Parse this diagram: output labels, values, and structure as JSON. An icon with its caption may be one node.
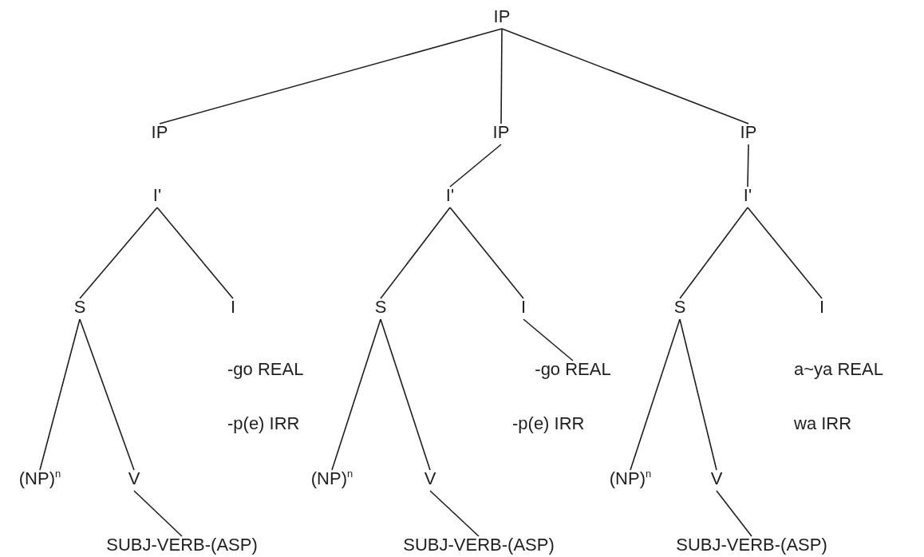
{
  "diagram": {
    "nodes": [
      {
        "text": [
          "IP"
        ]
      },
      {
        "text": [
          "IP"
        ]
      },
      {
        "text": [
          "IP"
        ]
      },
      {
        "text": [
          "IP"
        ]
      },
      {
        "text": [
          "I'"
        ]
      },
      {
        "text": [
          "I'"
        ]
      },
      {
        "text": [
          "I'"
        ]
      },
      {
        "text": [
          "S"
        ]
      },
      {
        "text": [
          "I"
        ]
      },
      {
        "text": [
          "S"
        ]
      },
      {
        "text": [
          "I"
        ]
      },
      {
        "text": [
          "S"
        ]
      },
      {
        "text": [
          "I"
        ]
      },
      {
        "text": [
          "-go REAL"
        ]
      },
      {
        "text": [
          "(NP)$^{n}$"
        ]
      },
      {
        "text": [
          "V"
        ]
      },
      {
        "text": [
          "(NP)$^{n}$"
        ]
      },
      {
        "text": [
          "V"
        ]
      },
      {
        "text": [
          "(NP)$^{n}$"
        ]
      },
      {
        "text": [
          "V"
        ]
      },
      {
        "text": [
          "SUBJ-VERB-(ASP)"
        ]
      },
      {
        "text": [
          "SUBJ-VERB-(ASP)"
        ]
      },
      {
        "text": [
          "SUBJ-VERB-(ASP)"
        ]
      }
    ],
    "edges": [
      {
        "from": 0,
        "to": 1,
        "arrow": "none"
      },
      {
        "from": 0,
        "to": 2,
        "arrow": "none"
      },
      {
        "from": 0,
        "to": 3,
        "arrow": "none"
      },
      {
        "from": 2,
        "to": 5,
        "arrow": "none"
      },
      {
        "from": 3,
        "to": 6,
        "arrow": "none"
      },
      {
        "from": 4,
        "to": 7,
        "arrow": "none"
      },
      {
        "from": 4,
        "to": 8,
        "arrow": "none"
      },
      {
        "from": 5,
        "to": 9,
        "arrow": "none"
      },
      {
        "from": 5,
        "to": 10,
        "arrow": "none"
      },
      {
        "from": 6,
        "to": 11,
        "arrow": "none"
      },
      {
        "from": 6,
        "to": 12,
        "arrow": "none"
      },
      {
        "from": 10,
        "to": 13,
        "arrow": "none"
      },
      {
        "from": 7,
        "to": 14,
        "arrow": "none"
      },
      {
        "from": 7,
        "to": 15,
        "arrow": "none"
      },
      {
        "from": 9,
        "to": 16,
        "arrow": "none"
      },
      {
        "from": 9,
        "to": 17,
        "arrow": "none"
      },
      {
        "from": 11,
        "to": 18,
        "arrow": "none"
      },
      {
        "from": 11,
        "to": 19,
        "arrow": "none"
      },
      {
        "from": 15,
        "to": 20,
        "arrow": "none"
      },
      {
        "from": 17,
        "to": 21,
        "arrow": "none"
      },
      {
        "from": 19,
        "to": 22,
        "arrow": "none"
      }
    ],
    "labels": [
      "-go REAL",
      "-p(e) IRR",
      "-p(e) IRR",
      "a~ya REAL",
      "wa IRR"
    ]
  }
}
